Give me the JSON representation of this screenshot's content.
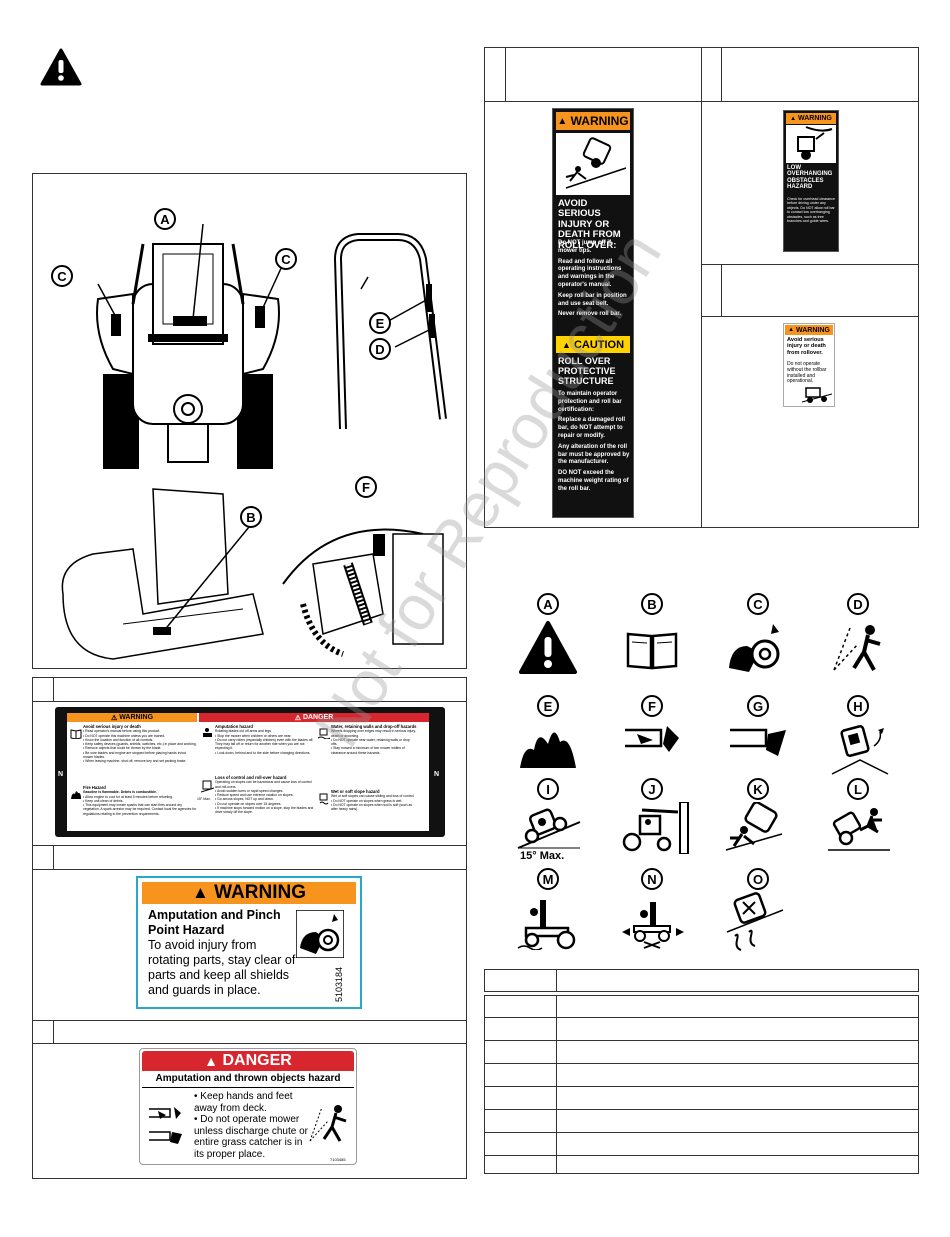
{
  "callouts": [
    "A",
    "B",
    "C",
    "C",
    "D",
    "E",
    "F"
  ],
  "labels": {
    "amputation_warning": {
      "header": "WARNING",
      "title": "Amputation and Pinch Point Hazard",
      "body": "To avoid injury from rotating parts, stay clear of parts and keep all shields and guards in place.",
      "part_no": "5103184"
    },
    "danger_deck": {
      "header": "DANGER",
      "title": "Amputation and thrown objects hazard",
      "bullet1": "Keep hands and feet away from deck.",
      "bullet2": "Do not operate mower unless discharge chute or entire grass catcher is in its proper place.",
      "part_no": "7103485"
    },
    "rollover_warning": {
      "header": "WARNING",
      "title": "AVOID SERIOUS INJURY OR DEATH FROM ROLL OVER:",
      "lines": [
        "Do NOT jump off if mower tips.",
        "Read and follow all operating instructions and warnings in the operator's manual.",
        "Keep roll bar in position and use seat belt.",
        "Never remove roll bar."
      ],
      "caution_header": "CAUTION",
      "caution_title": "ROLL OVER PROTECTIVE STRUCTURE",
      "caution_lines": [
        "To maintain operator protection and roll bar certification:",
        "Replace a damaged roll bar, do NOT attempt to repair or modify.",
        "Any alteration of the roll bar must be approved by the manufacturer.",
        "DO NOT exceed the machine weight rating of the roll bar."
      ]
    },
    "overhead_warning": {
      "header": "WARNING",
      "title": "LOW OVERHANGING OBSTACLES HAZARD",
      "body": "Check for overhead clearance before driving under any objects. Do NOT allow roll bar to contact low overhanging obstacles, such as tree branches and guide wires."
    },
    "seat_warning": {
      "header": "WARNING",
      "title": "Avoid serious injury or death from rollover.",
      "body": "Do not operate without the rollbar installed and operational."
    },
    "wide_label": {
      "warning_header": "WARNING",
      "danger_header": "DANGER",
      "avoid_title": "Avoid serious injury or death",
      "avoid_items": [
        "Read operator's manual before using this product.",
        "Do NOT operate this machine unless you are trained.",
        "Know the location and function of all controls.",
        "Keep safety devices (guards, shields, switches, etc.) in place and working.",
        "Remove objects that could be thrown by the blade.",
        "Be sure blades and engine are stopped before placing hands in/out mower blades.",
        "When leaving machine, shut off, remove key and set parking brake."
      ],
      "fire_title": "Fire Hazard",
      "fire_lead": "Gasoline is flammable. Debris is combustible.",
      "fire_items": [
        "Allow engine to cool for at least 5 minutes before refueling.",
        "Keep unit clean of debris.",
        "This equipment may create sparks that can start fires around dry vegetation. A spark arrestor may be required. Contact local fire agencies for regulations relating to fire prevention requirements."
      ],
      "amp_title": "Amputation hazard",
      "amp_lead": "Rotating blades cut off arms and legs",
      "amp_items": [
        "Stop the mower when children or others are near.",
        "Do not carry riders (especially children) even with the blades off. They may fall off or return for another ride when you are not expecting it.",
        "Look down, behind and to the side before changing directions."
      ],
      "loss_title": "Loss of control and roll-over hazard",
      "loss_lead": "Operating on slopes can be hazardous and cause loss of control and roll-overs",
      "loss_items": [
        "Avoid sudden turns or rapid speed changes.",
        "Reduce speed and use extreme caution on slopes.",
        "Go across slopes, NOT up and down.",
        "Do not operate on slopes over 15 degrees.",
        "If machine stops forward motion on a slope, stop the blades and drive slowly off the slope."
      ],
      "slope_max": "15° Max.",
      "water_title": "Water, retaining walls and drop-off hazards",
      "water_lead": "Wheels dropping over edges may result in serious injury, death or drowning.",
      "water_items": [
        "Do NOT operate near water, retaining walls or drop offs.",
        "Stay mowed a minimum of two mower widths of clearance around these hazards."
      ],
      "wet_title": "Wet or soft slope hazard",
      "wet_lead": "Wet or soft slopes can cause sliding and loss of control.",
      "wet_items": [
        "Do NOT operate on slopes when grass is wet.",
        "Do NOT operate on slopes when soil is soft (such as after heavy rains)."
      ],
      "side_letters": [
        "N",
        "N"
      ]
    }
  },
  "symbols": {
    "letters": [
      "A",
      "B",
      "C",
      "D",
      "E",
      "F",
      "G",
      "H",
      "I",
      "J",
      "K",
      "L",
      "M",
      "N",
      "O"
    ],
    "slope_max": "15° Max."
  },
  "watermark": "Not for Reproduction",
  "colors": {
    "warning_orange": "#f7941d",
    "danger_red": "#d7262e",
    "caution_yellow": "#ffd200",
    "label_black": "#111111"
  }
}
